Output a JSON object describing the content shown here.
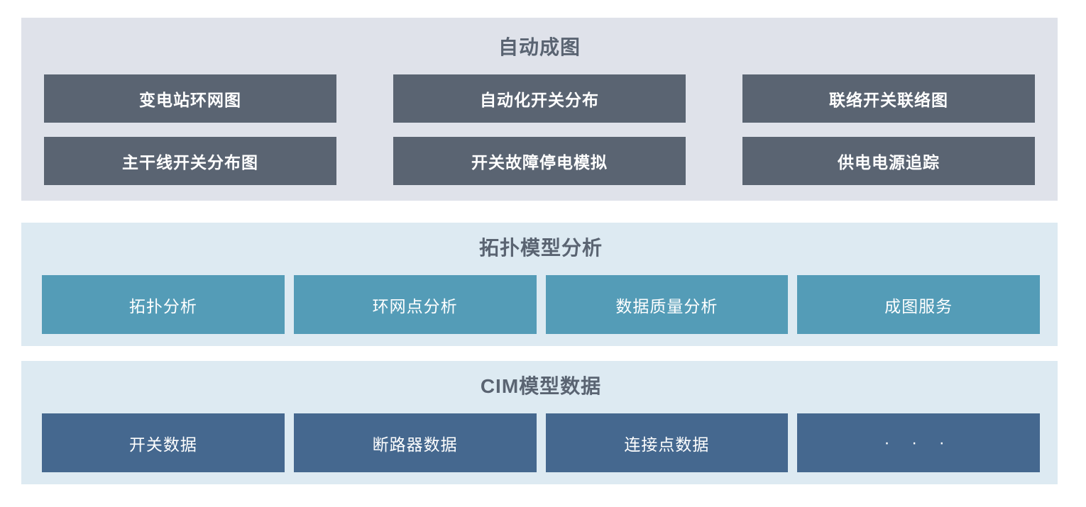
{
  "colors": {
    "page_bg": "#ffffff",
    "panel_top_bg": "#dfe2ea",
    "panel_blue_bg": "#ddeaf2",
    "block_dark": "#5a6472",
    "block_teal": "#549cb7",
    "block_steel": "#45688f",
    "title_text": "#5a6472",
    "block_text": "#ffffff"
  },
  "sections": [
    {
      "title": "自动成图",
      "blocks": [
        "变电站环网图",
        "自动化开关分布",
        "联络开关联络图",
        "主干线开关分布图",
        "开关故障停电模拟",
        "供电电源追踪"
      ]
    },
    {
      "title": "拓扑模型分析",
      "blocks": [
        "拓扑分析",
        "环网点分析",
        "数据质量分析",
        "成图服务"
      ]
    },
    {
      "title": "CIM模型数据",
      "blocks": [
        "开关数据",
        "断路器数据",
        "连接点数据",
        "· · ·"
      ]
    }
  ]
}
